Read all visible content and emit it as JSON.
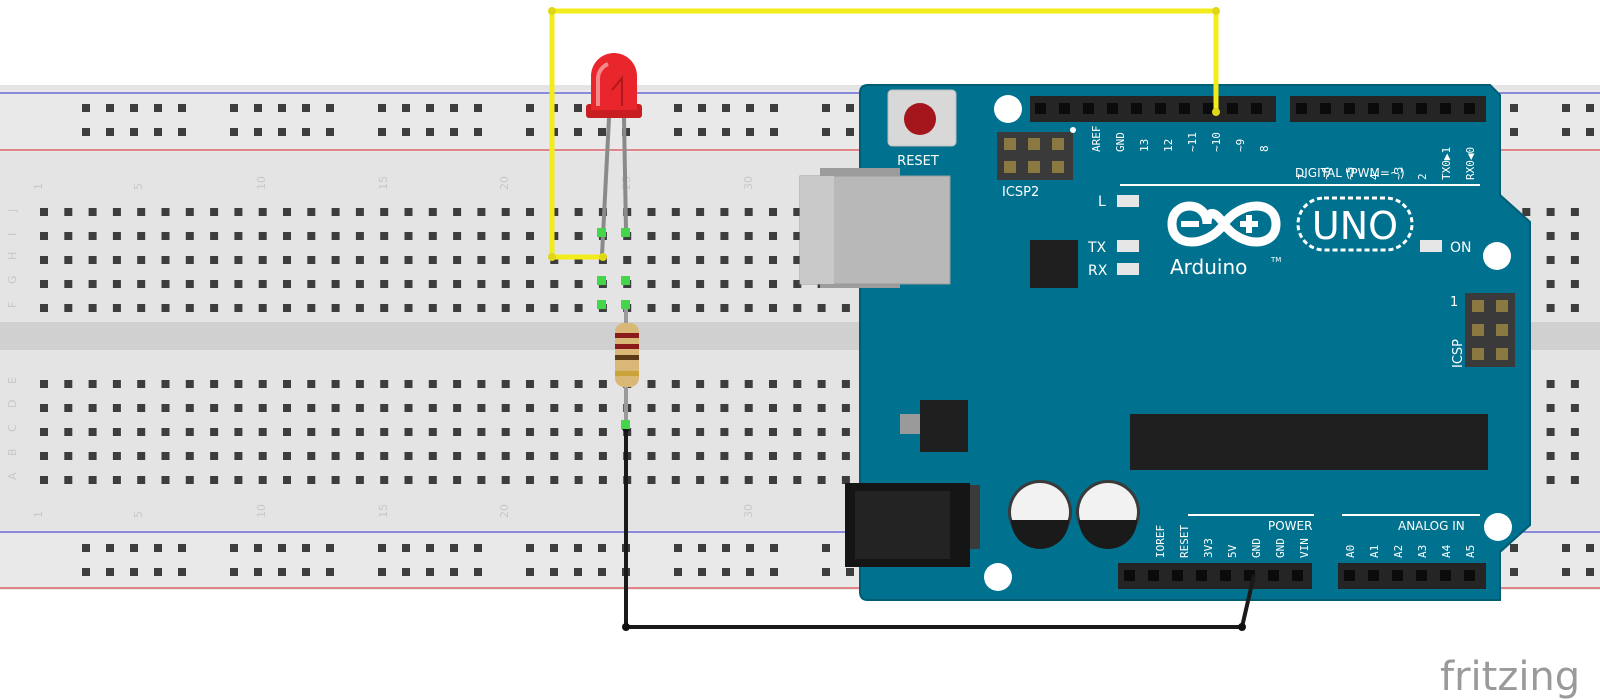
{
  "colors": {
    "board": "#00728f",
    "board_edge": "#005d74",
    "breadboard": "#e6e6e6",
    "rail_red": "#d9202a",
    "rail_blue": "#2a2acb",
    "wire_yellow": "#f3ec1c",
    "wire_black": "#1a1a1a",
    "led": "#e8262b"
  },
  "breadboard": {
    "column_numbers": [
      "1",
      "5",
      "10",
      "15",
      "20",
      "25",
      "30"
    ],
    "top_row_letters": [
      "J",
      "I",
      "H",
      "G",
      "F"
    ],
    "bottom_row_letters": [
      "E",
      "D",
      "C",
      "B",
      "A"
    ]
  },
  "arduino": {
    "reset_label": "RESET",
    "icsp2_label": "ICSP2",
    "icsp_label": "ICSP",
    "icsp_pin1": "1",
    "digital_label": "DIGITAL (PWM=~)",
    "digital_pins_left": [
      "AREF",
      "GND",
      "13",
      "12",
      "~11",
      "~10",
      "~9",
      "8"
    ],
    "digital_pins_right": [
      "7",
      "~6",
      "~5",
      "4",
      "~3",
      "2",
      "TX0▶1",
      "RX0◀0"
    ],
    "led_l": "L",
    "led_tx": "TX",
    "led_rx": "RX",
    "led_on": "ON",
    "logo_text": "Arduino",
    "logo_tm": "TM",
    "model": "UNO",
    "power_label": "POWER",
    "power_pins": [
      "IOREF",
      "RESET",
      "3V3",
      "5V",
      "GND",
      "GND",
      "VIN"
    ],
    "analog_label": "ANALOG IN",
    "analog_pins": [
      "A0",
      "A1",
      "A2",
      "A3",
      "A4",
      "A5"
    ]
  },
  "watermark": "fritzing"
}
